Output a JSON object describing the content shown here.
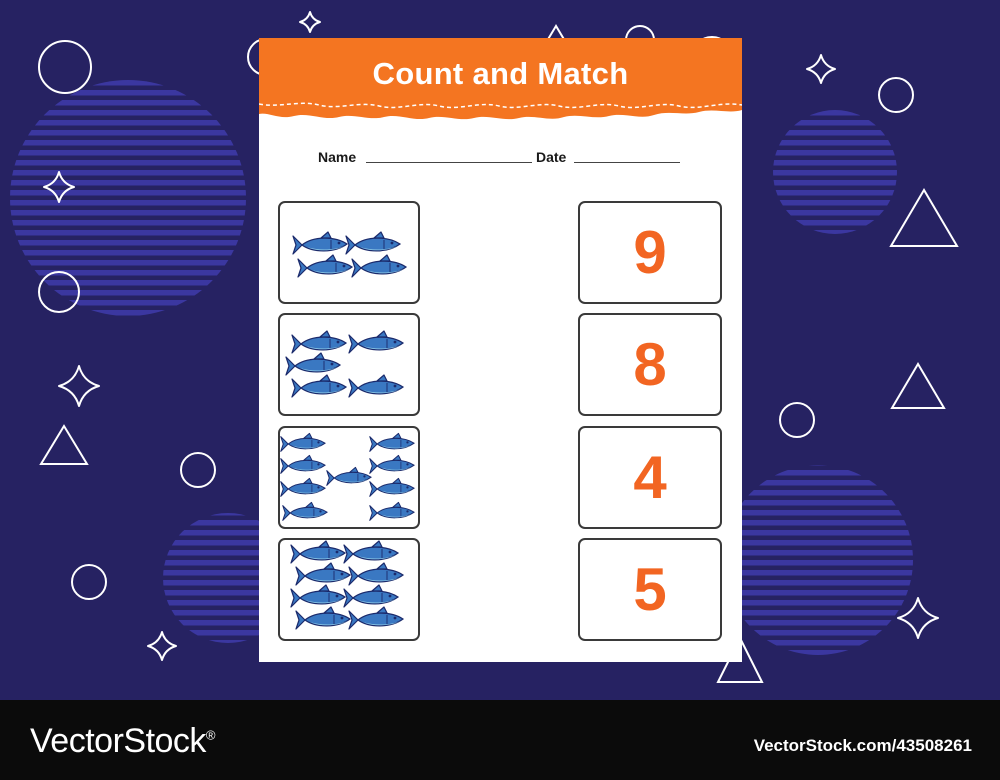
{
  "worksheet": {
    "title": "Count and Match",
    "name_label": "Name",
    "date_label": "Date",
    "fish_counts": [
      4,
      5,
      9,
      8
    ],
    "numbers": [
      "9",
      "8",
      "4",
      "5"
    ]
  },
  "footer": {
    "brand": "VectorStock",
    "registered_mark": "®",
    "stock_id": "VectorStock.com/43508261"
  },
  "colors": {
    "background": "#262262",
    "decor_circle": "#3b37a0",
    "header_orange": "#f47521",
    "number_orange": "#f26522",
    "fish_body": "#3a78c2",
    "fish_belly": "#8ecae6",
    "fish_outline": "#1b2a6b",
    "footer_bg": "#0b0b0b"
  },
  "icons": [
    "fish-icon",
    "circle-outline-icon",
    "triangle-outline-icon",
    "sparkle-star-icon"
  ]
}
